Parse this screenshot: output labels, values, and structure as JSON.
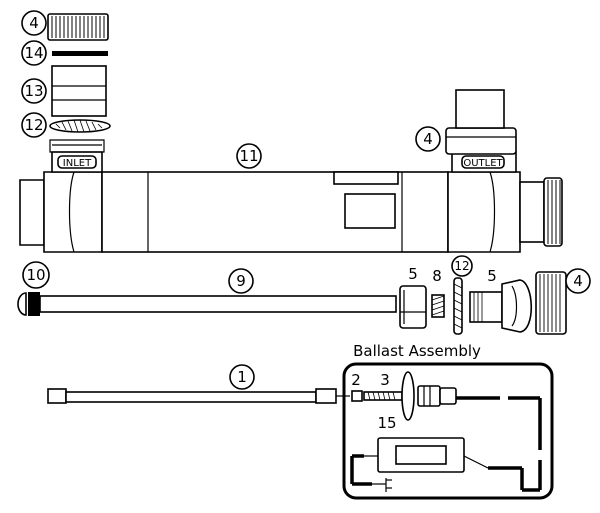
{
  "diagram": {
    "inlet_label": "INLET",
    "outlet_label": "OUTLET",
    "ballast_title": "Ballast Assembly",
    "callouts": {
      "c1": "1",
      "c2": "2",
      "c3": "3",
      "c4a": "4",
      "c4b": "4",
      "c4c": "4",
      "c5a": "5",
      "c5b": "5",
      "c8": "8",
      "c9": "9",
      "c10": "10",
      "c11": "11",
      "c12a": "12",
      "c12b": "12",
      "c13": "13",
      "c14": "14",
      "c15": "15"
    }
  }
}
